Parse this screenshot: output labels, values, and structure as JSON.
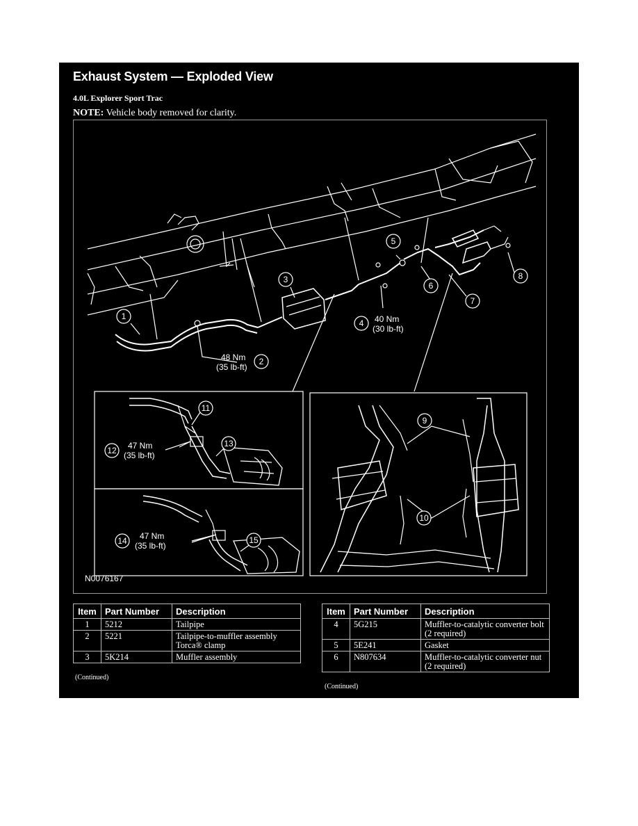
{
  "header": {
    "title": "Exhaust System — Exploded View",
    "subtitle": "4.0L Explorer Sport Trac",
    "note_label": "NOTE:",
    "note_text": " Vehicle body removed for clarity."
  },
  "figure": {
    "figure_id": "N0076167",
    "callouts": {
      "c1": "1",
      "c2": "2",
      "c3": "3",
      "c4": "4",
      "c5": "5",
      "c6": "6",
      "c7": "7",
      "c8": "8",
      "c9": "9",
      "c10": "10",
      "c11": "11",
      "c12": "12",
      "c13": "13",
      "c14": "14",
      "c15": "15"
    },
    "torque": {
      "t2_nm": "48 Nm",
      "t2_lbft": "(35 lb-ft)",
      "t4_nm": "40 Nm",
      "t4_lbft": "(30 lb-ft)",
      "t12_nm": "47 Nm",
      "t12_lbft": "(35 lb-ft)",
      "t14_nm": "47 Nm",
      "t14_lbft": "(35 lb-ft)"
    }
  },
  "table_headers": {
    "item": "Item",
    "part_number": "Part Number",
    "description": "Description"
  },
  "table_left": [
    {
      "item": "1",
      "part": "5212",
      "desc": "Tailpipe"
    },
    {
      "item": "2",
      "part": "5221",
      "desc": "Tailpipe-to-muffler assembly Torca® clamp"
    },
    {
      "item": "3",
      "part": "5K214",
      "desc": "Muffler assembly"
    }
  ],
  "table_right": [
    {
      "item": "4",
      "part": "5G215",
      "desc": "Muffler-to-catalytic converter bolt (2 required)"
    },
    {
      "item": "5",
      "part": "5E241",
      "desc": "Gasket"
    },
    {
      "item": "6",
      "part": "N807634",
      "desc": "Muffler-to-catalytic converter nut (2 required)"
    }
  ],
  "continued_left": "(Continued)",
  "continued_right": "(Continued)"
}
